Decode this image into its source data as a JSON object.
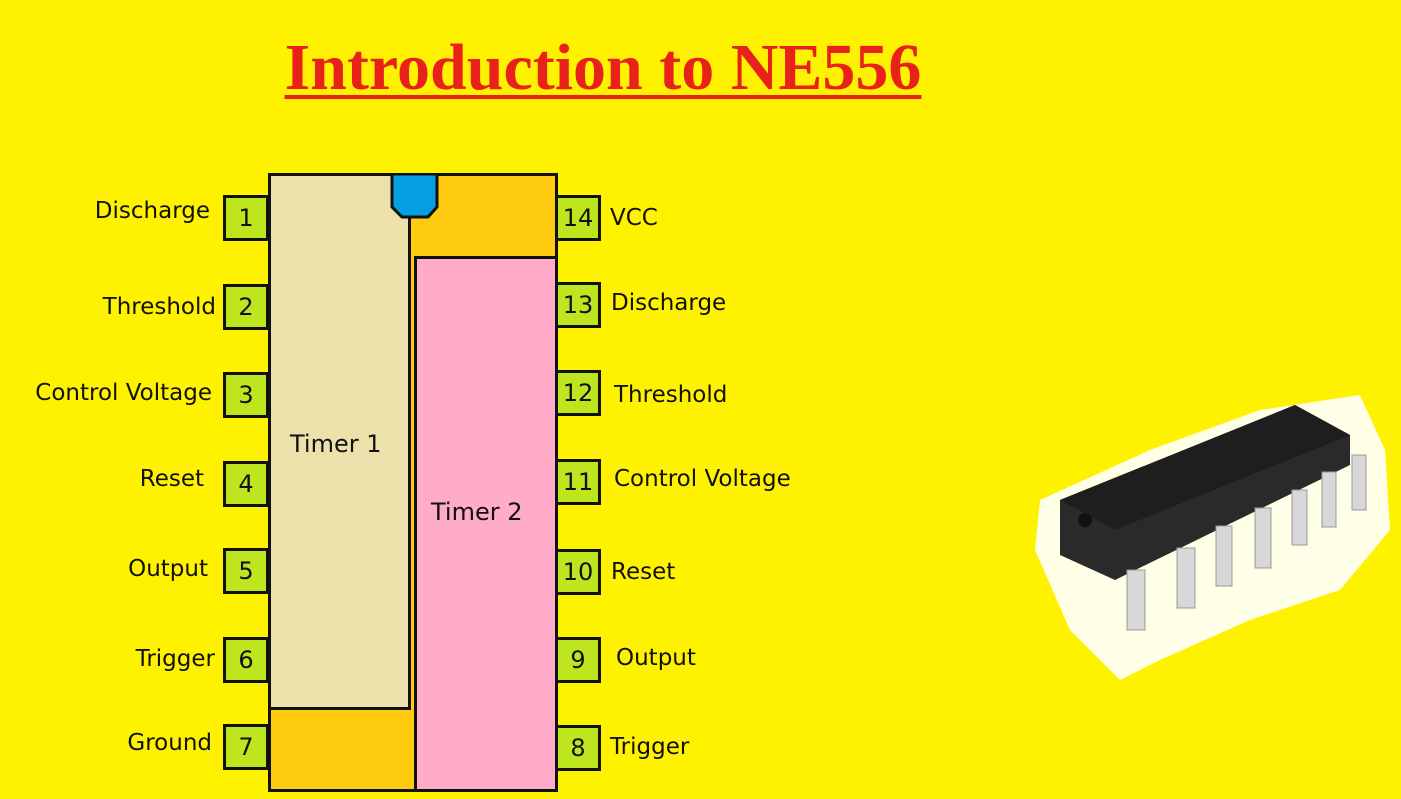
{
  "title": "Introduction to NE556",
  "timer1": "Timer 1",
  "timer2": "Timer 2",
  "left_pins": [
    {
      "num": "1",
      "label": "Discharge"
    },
    {
      "num": "2",
      "label": "Threshold"
    },
    {
      "num": "3",
      "label": "Control Voltage"
    },
    {
      "num": "4",
      "label": "Reset"
    },
    {
      "num": "5",
      "label": "Output"
    },
    {
      "num": "6",
      "label": "Trigger"
    },
    {
      "num": "7",
      "label": "Ground"
    }
  ],
  "right_pins": [
    {
      "num": "14",
      "label": "VCC"
    },
    {
      "num": "13",
      "label": "Discharge"
    },
    {
      "num": "12",
      "label": "Threshold"
    },
    {
      "num": "11",
      "label": "Control Voltage"
    },
    {
      "num": "10",
      "label": "Reset"
    },
    {
      "num": "9",
      "label": "Output"
    },
    {
      "num": "8",
      "label": "Trigger"
    }
  ],
  "colors": {
    "background": "#fff200",
    "title": "#e8221b",
    "timer1": "#ede1ab",
    "timer2": "#ffabc9",
    "body": "#fecb10",
    "notch": "#049fe3",
    "pin": "#bde61e"
  }
}
